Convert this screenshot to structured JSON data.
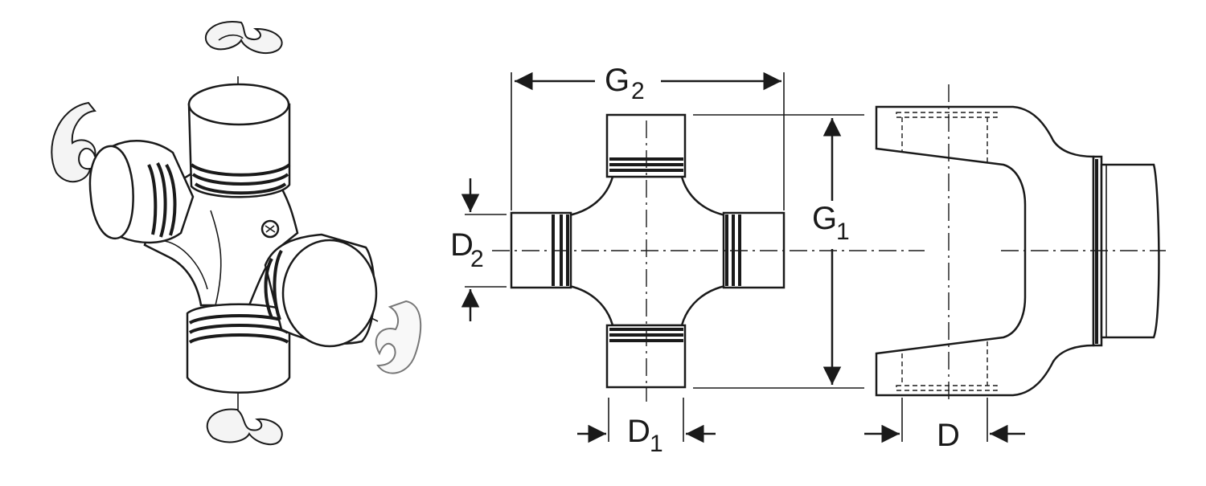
{
  "labels": {
    "g2": {
      "main": "G",
      "sub": "2"
    },
    "g1": {
      "main": "G",
      "sub": "1"
    },
    "d2": {
      "main": "D",
      "sub": "2"
    },
    "d1": {
      "main": "D",
      "sub": "1"
    },
    "d": {
      "main": "D"
    }
  }
}
